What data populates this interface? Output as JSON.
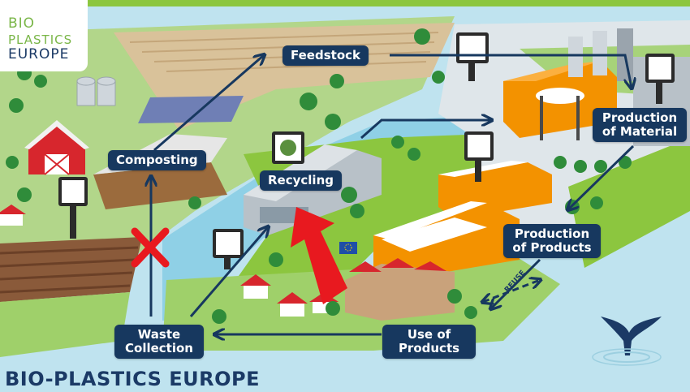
{
  "logo": {
    "line1": "BIO",
    "line2": "PLASTICS",
    "line3": "EUROPE"
  },
  "labels": {
    "feedstock": "Feedstock",
    "production_material": "Production of Material",
    "composting": "Composting",
    "recycling": "Recycling",
    "production_products": "Production of Products",
    "use_products": "Use of Products",
    "waste_collection": "Waste Collection",
    "reuse": "REUSE"
  },
  "footer": "BIO-PLASTICS EUROPE",
  "colors": {
    "label_bg": "#17385f",
    "arrow": "#17385f",
    "highlight_arrow": "#e8191f",
    "cross": "#e8191f",
    "grass": "#8cc63f",
    "water": "#7fc8e0",
    "accent_orange": "#f39200"
  }
}
